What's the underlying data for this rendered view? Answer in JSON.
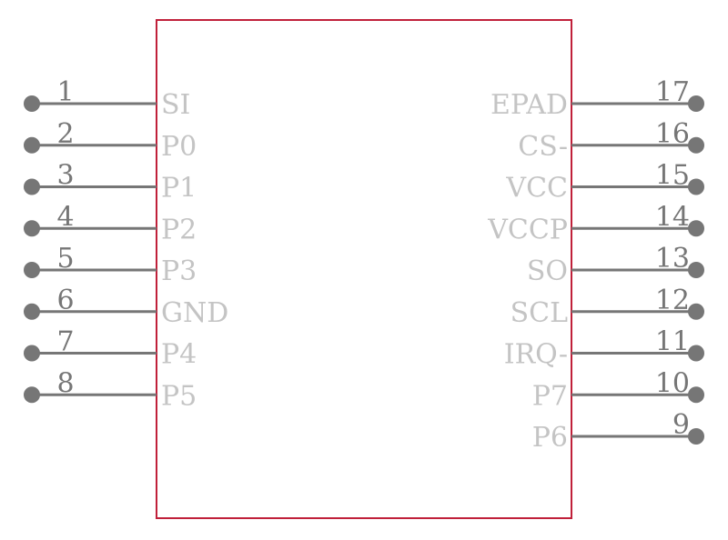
{
  "colors": {
    "body_outline": "#c0203a",
    "pin": "#767676",
    "pin_name": "#c4c4c4"
  },
  "left_pins": [
    {
      "number": "1",
      "name": "SI"
    },
    {
      "number": "2",
      "name": "P0"
    },
    {
      "number": "3",
      "name": "P1"
    },
    {
      "number": "4",
      "name": "P2"
    },
    {
      "number": "5",
      "name": "P3"
    },
    {
      "number": "6",
      "name": "GND"
    },
    {
      "number": "7",
      "name": "P4"
    },
    {
      "number": "8",
      "name": "P5"
    }
  ],
  "right_pins": [
    {
      "number": "17",
      "name": "EPAD"
    },
    {
      "number": "16",
      "name": "CS-"
    },
    {
      "number": "15",
      "name": "VCC"
    },
    {
      "number": "14",
      "name": "VCCP"
    },
    {
      "number": "13",
      "name": "SO"
    },
    {
      "number": "12",
      "name": "SCL"
    },
    {
      "number": "11",
      "name": "IRQ-"
    },
    {
      "number": "10",
      "name": "P7"
    },
    {
      "number": "9",
      "name": "P6"
    }
  ]
}
